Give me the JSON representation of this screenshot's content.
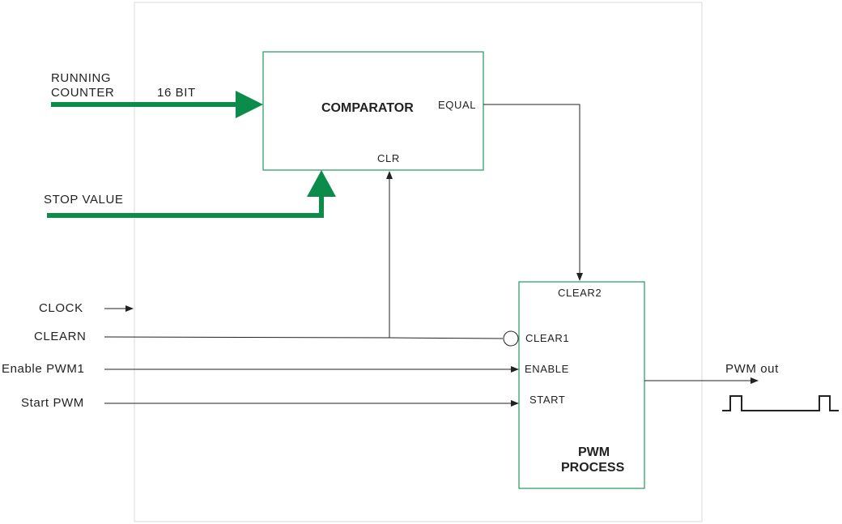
{
  "colors": {
    "bus": "#0c8c4a",
    "block_border": "#1e9a5a",
    "frame": "#d8d8d8",
    "wire": "#222222"
  },
  "inputs": {
    "running_counter_line1": "RUNNING",
    "running_counter_line2": "COUNTER",
    "bus_width": "16 BIT",
    "stop_value": "STOP VALUE",
    "clock": "CLOCK",
    "clearn": "CLEARN",
    "enable_pwm1": "Enable PWM1",
    "start_pwm": "Start PWM"
  },
  "comparator": {
    "title": "COMPARATOR",
    "equal_port": "EQUAL",
    "clr_port": "CLR"
  },
  "pwm_process": {
    "title_line1": "PWM",
    "title_line2": "PROCESS",
    "clear2_port": "CLEAR2",
    "clear1_port": "CLEAR1",
    "enable_port": "ENABLE",
    "start_port": "START"
  },
  "output": {
    "label": "PWM out"
  }
}
